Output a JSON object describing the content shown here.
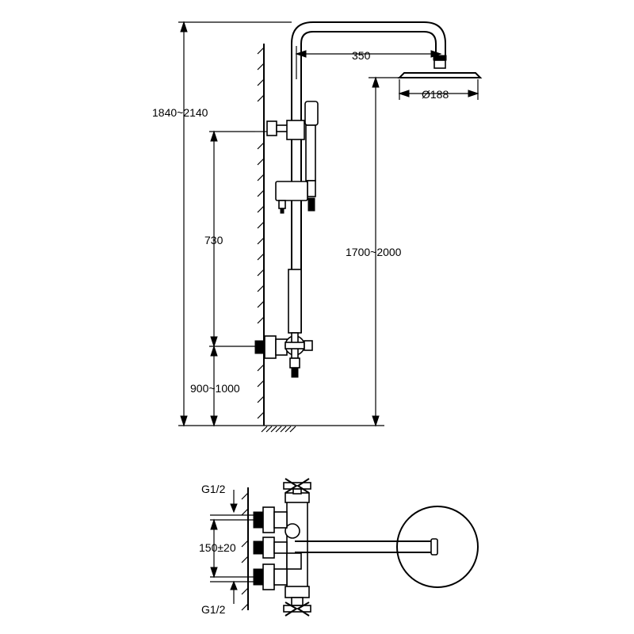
{
  "side_view": {
    "dim_total_height": "1840~2140",
    "dim_arm_length": "350",
    "dim_head_diameter": "Ø188",
    "dim_valve_to_bracket": "730",
    "dim_valve_height": "900~1000",
    "dim_head_height": "1700~2000"
  },
  "top_view": {
    "inlet_top_label": "G1/2",
    "inlet_spacing_label": "150±20",
    "inlet_bottom_label": "G1/2"
  }
}
